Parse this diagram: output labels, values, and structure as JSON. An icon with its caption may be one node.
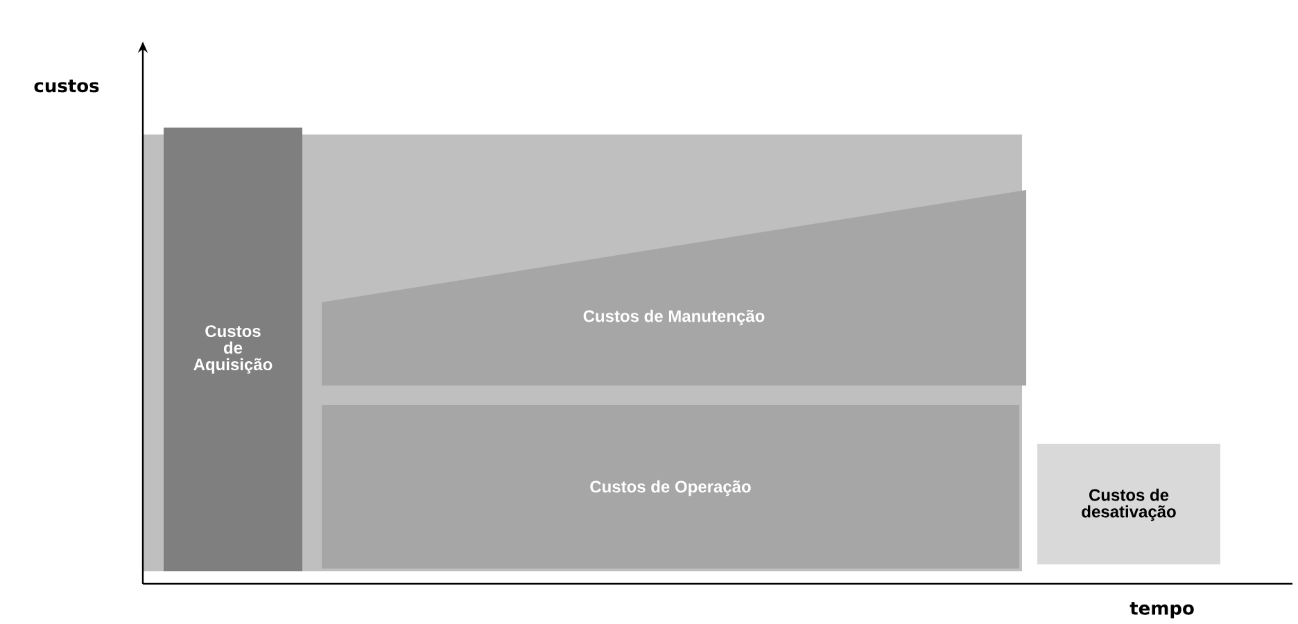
{
  "diagram": {
    "nodes": [
      {
        "text": [
          "Custos de Aquisição"
        ]
      },
      {
        "text": [
          "Custos de Manutenção"
        ]
      },
      {
        "text": [
          "Custos de Operação"
        ]
      },
      {
        "text": [
          "Custos de desativação"
        ]
      }
    ],
    "labels": [
      "custos",
      "tempo"
    ]
  }
}
